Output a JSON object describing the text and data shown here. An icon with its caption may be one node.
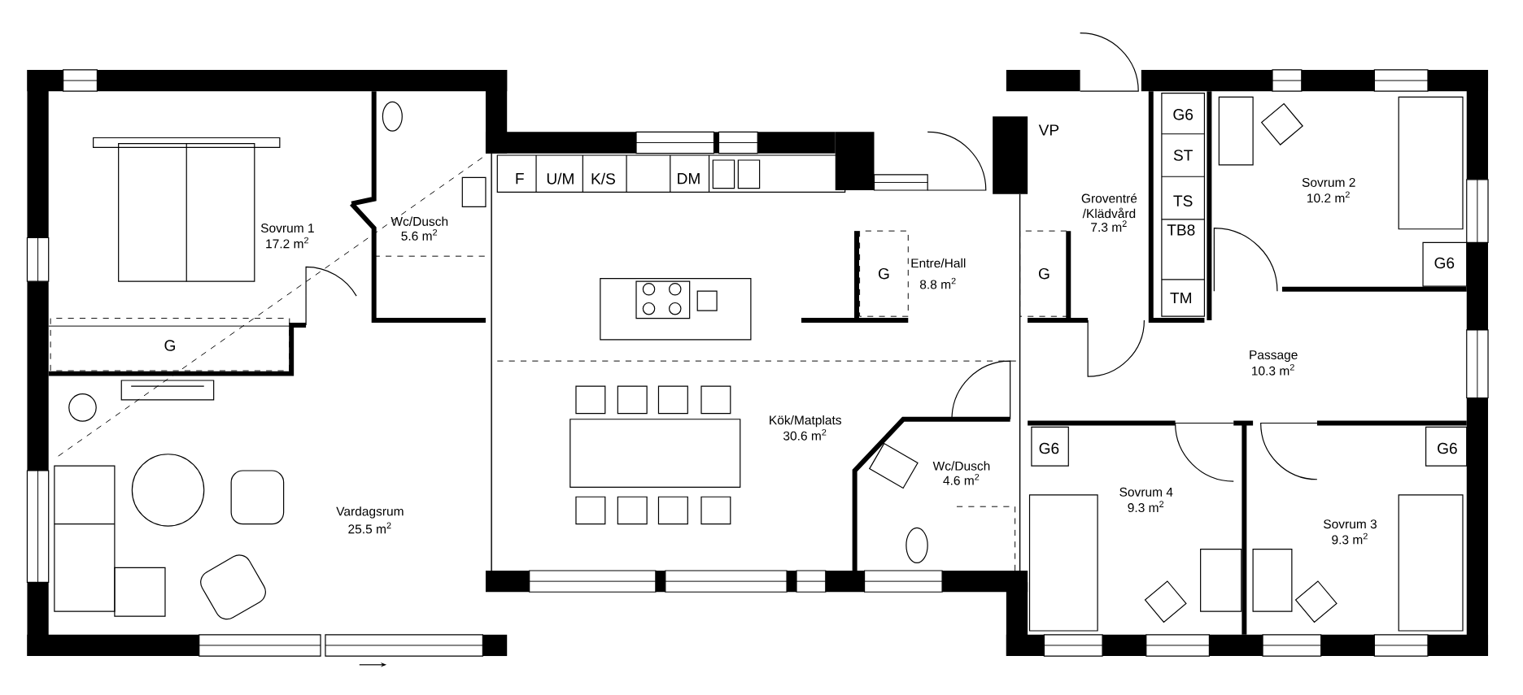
{
  "diagram": {
    "labels": [
      "VP",
      "G6",
      "ST",
      "F",
      "U/M",
      "K/S",
      "DM",
      "Groventré /Klädvård",
      "TS",
      "Sovrum 2",
      "10.2 m$^{2}$",
      "Sovrum 1",
      "17.2 m$^{2}$",
      "Wc/Dusch",
      "5.6 m$^{2}$",
      "7.3 m$^{2}$",
      "TB8",
      "G",
      "Entre/Hall",
      "8.8 m$^{2}$",
      "G",
      "TM",
      "G6",
      "G",
      "Passage",
      "10.3 m$^{2}$",
      "Kök/Matplats",
      "30.6 m$^{2}$",
      "Wc/Dusch",
      "4.6 m$^{2}$",
      "G6",
      "G6",
      "Vardagsrum",
      "25.5 m$^{2}$",
      "Sovrum 4",
      "9.3 m$^{2}$",
      "Sovrum 3",
      "9.3 m$^{2}$"
    ]
  }
}
